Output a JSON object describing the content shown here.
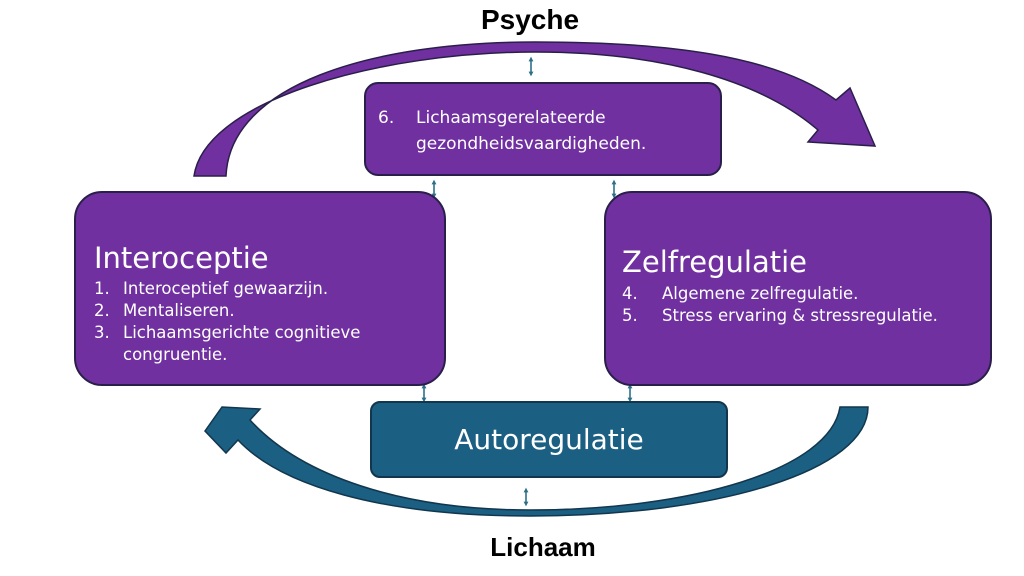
{
  "labels": {
    "top": "Psyche",
    "bottom": "Lichaam"
  },
  "colors": {
    "purple": "#7030a0",
    "teal": "#1b5f82",
    "connector": "#2e6f88",
    "outline": "#2a1f4a"
  },
  "box_top": {
    "items": [
      {
        "num": "6.",
        "text": "Lichaamsgerelateerde gezondheidsvaardigheden."
      }
    ]
  },
  "box_left": {
    "heading": "Interoceptie",
    "items": [
      {
        "num": "1.",
        "text": "Interoceptief gewaarzijn."
      },
      {
        "num": "2.",
        "text": "Mentaliseren."
      },
      {
        "num": "3.",
        "text": "Lichaamsgerichte cognitieve congruentie."
      }
    ]
  },
  "box_right": {
    "heading": "Zelfregulatie",
    "items": [
      {
        "num": "4.",
        "text": "Algemene zelfregulatie."
      },
      {
        "num": "5.",
        "text": "Stress ervaring & stressregulatie."
      }
    ]
  },
  "box_bottom": {
    "heading": "Autoregulatie"
  },
  "icons": {
    "cycle_top": "curved-arrow-clockwise",
    "cycle_bottom": "curved-arrow-counterclockwise",
    "connector": "double-headed-arrow"
  }
}
